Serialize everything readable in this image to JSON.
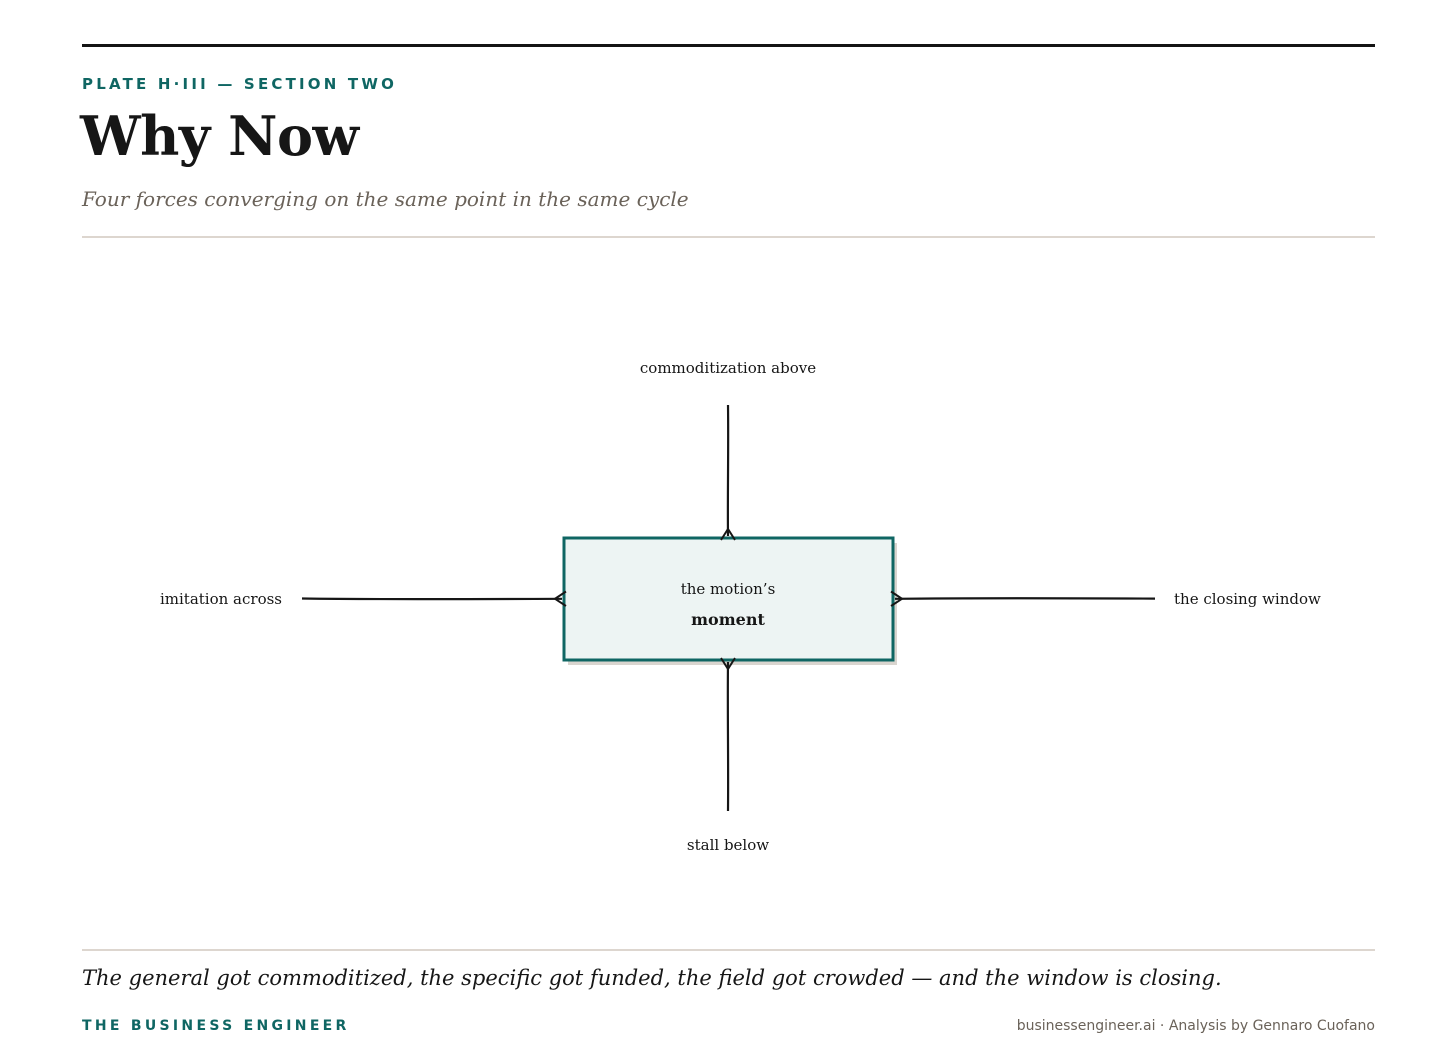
{
  "header": {
    "eyebrow": "PLATE H·III — SECTION TWO",
    "title": "Why Now",
    "subtitle": "Four forces converging on the same point in the same cycle"
  },
  "diagram": {
    "center": {
      "line1": "the motion’s",
      "line2": "moment"
    },
    "forces": {
      "top": "commoditization above",
      "left": "imitation across",
      "right": "the closing window",
      "bottom": "stall below"
    },
    "colors": {
      "accent": "#0f6663",
      "box_fill": "#edf4f3",
      "ink": "#161616"
    }
  },
  "footer": {
    "caption": "The general got commoditized, the specific got funded, the field got crowded — and the window is closing.",
    "brand": "THE BUSINESS ENGINEER",
    "credit": "businessengineer.ai · Analysis by Gennaro Cuofano"
  }
}
